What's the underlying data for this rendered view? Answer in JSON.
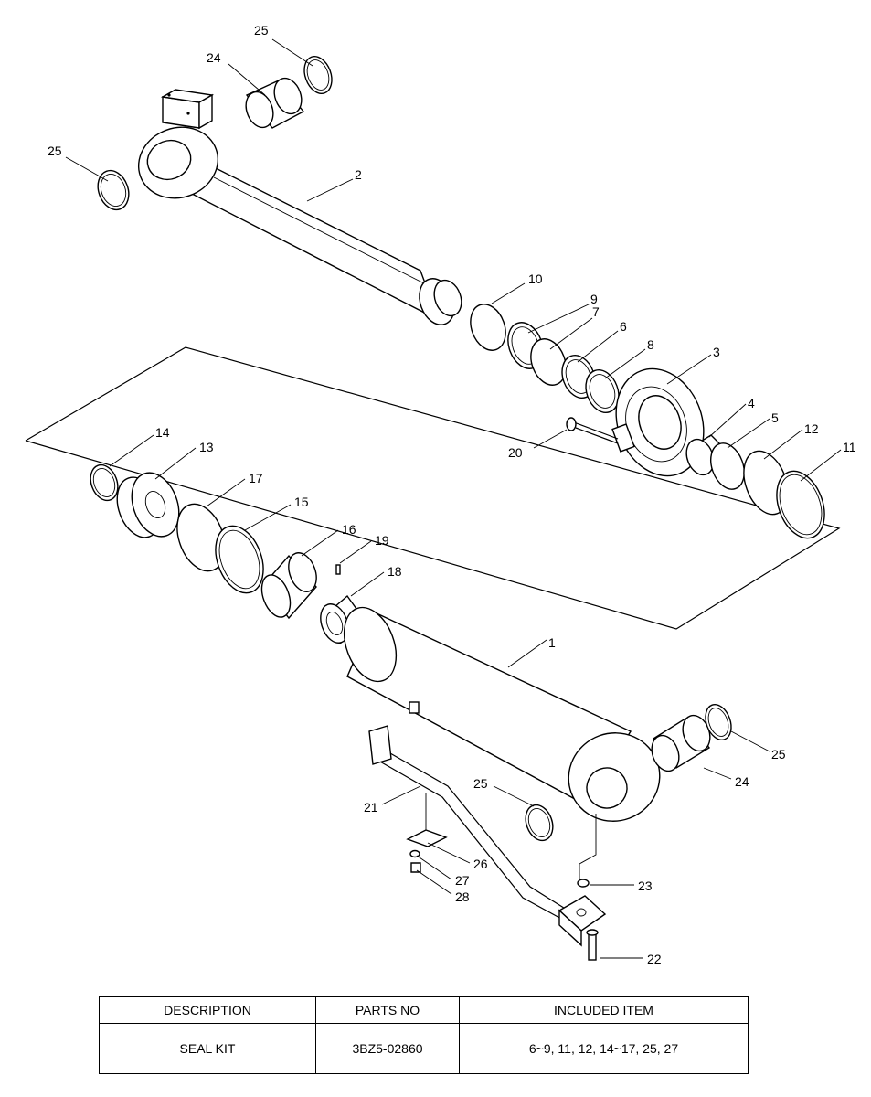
{
  "callouts": {
    "c1": "1",
    "c2": "2",
    "c3": "3",
    "c4": "4",
    "c5": "5",
    "c6": "6",
    "c7": "7",
    "c8": "8",
    "c9": "9",
    "c10": "10",
    "c11": "11",
    "c12": "12",
    "c13": "13",
    "c14": "14",
    "c15": "15",
    "c16": "16",
    "c17": "17",
    "c18": "18",
    "c19": "19",
    "c20": "20",
    "c21": "21",
    "c22": "22",
    "c23": "23",
    "c24a": "24",
    "c24b": "24",
    "c25a": "25",
    "c25b": "25",
    "c25c": "25",
    "c25d": "25",
    "c26": "26",
    "c27": "27",
    "c28": "28"
  },
  "table": {
    "headers": [
      "DESCRIPTION",
      "PARTS NO",
      "INCLUDED ITEM"
    ],
    "row": [
      "SEAL KIT",
      "3BZ5-02860",
      "6~9, 11, 12, 14~17,  25,  27"
    ]
  }
}
